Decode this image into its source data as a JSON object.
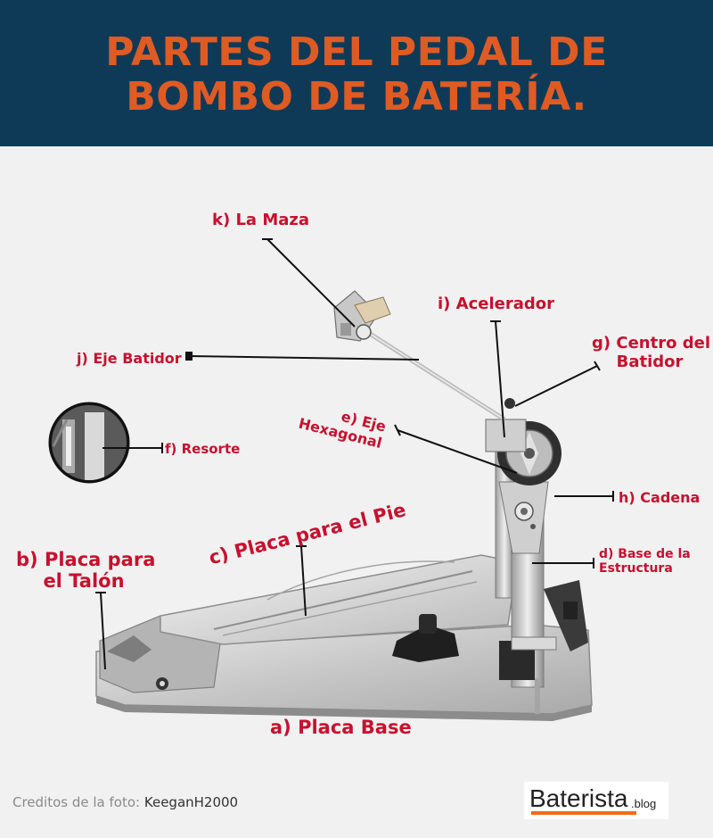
{
  "title": {
    "line1": "PARTES DEL PEDAL DE",
    "line2": "BOMBO DE BATERÍA."
  },
  "labels": {
    "maza": "k) La Maza",
    "acelerador": "i) Acelerador",
    "centro_line1": "g) Centro del",
    "centro_line2": "Batidor",
    "eje_batidor": "j) Eje Batidor",
    "eje_hex_line1": "e) Eje",
    "eje_hex_line2": "Hexagonal",
    "resorte": "f) Resorte",
    "cadena": "h) Cadena",
    "placa_pie": "c) Placa para el Pie",
    "talon_line1": "b) Placa para",
    "talon_line2": "el Talón",
    "base_estructura_line1": "d) Base de la",
    "base_estructura_line2": "Estructura",
    "placa_base": "a) Placa Base"
  },
  "credit": {
    "prefix": "Creditos de la foto:",
    "author": "KeeganH2000"
  },
  "brand": {
    "name": "Baterista",
    "tld": ".blog"
  },
  "colors": {
    "header_bg": "#0f3a57",
    "title": "#df5b24",
    "label": "#c8102e",
    "brand_accent": "#f26b1d"
  }
}
